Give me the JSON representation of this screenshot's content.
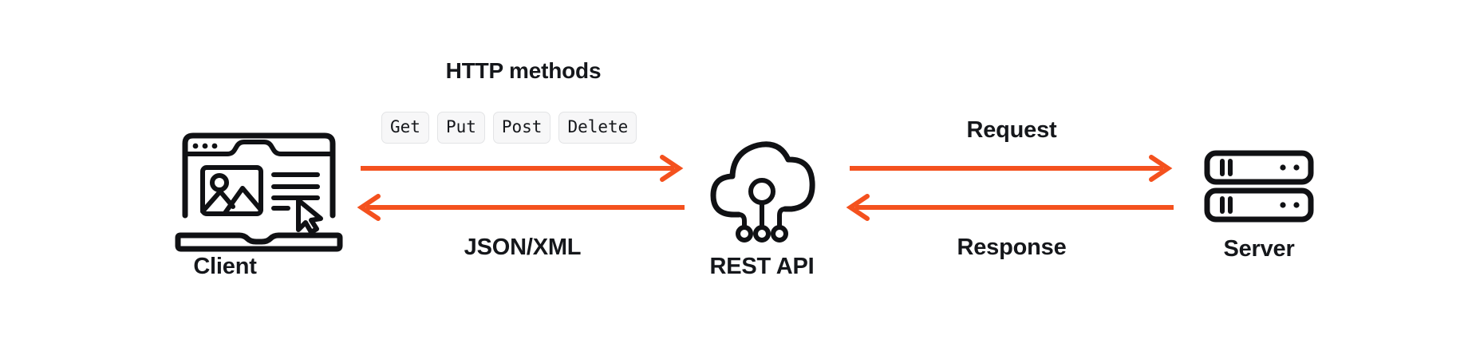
{
  "diagram": {
    "title_section": {
      "http_methods_label": "HTTP methods",
      "methods": [
        {
          "name": "method-chip-get",
          "label": "Get"
        },
        {
          "name": "method-chip-put",
          "label": "Put"
        },
        {
          "name": "method-chip-post",
          "label": "Post"
        },
        {
          "name": "method-chip-delete",
          "label": "Delete"
        }
      ]
    },
    "nodes": [
      {
        "id": "client",
        "label": "Client",
        "icon": "laptop-browser-icon"
      },
      {
        "id": "rest-api",
        "label": "REST API",
        "icon": "cloud-network-icon"
      },
      {
        "id": "server",
        "label": "Server",
        "icon": "server-rack-icon"
      }
    ],
    "flows": [
      {
        "id": "client-to-api",
        "label": "",
        "direction": "right"
      },
      {
        "id": "api-to-client",
        "label": "JSON/XML",
        "direction": "left"
      },
      {
        "id": "api-to-server",
        "label": "Request",
        "direction": "right"
      },
      {
        "id": "server-to-api",
        "label": "Response",
        "direction": "left"
      }
    ],
    "labels": {
      "json_xml": "JSON/XML",
      "request": "Request",
      "response": "Response",
      "client": "Client",
      "rest_api": "REST API",
      "server": "Server"
    },
    "colors": {
      "arrow": "#f4511e",
      "ink": "#101114",
      "chip_bg": "#f7f7f8",
      "chip_border": "#e3e4e6",
      "background": "#ffffff"
    }
  }
}
